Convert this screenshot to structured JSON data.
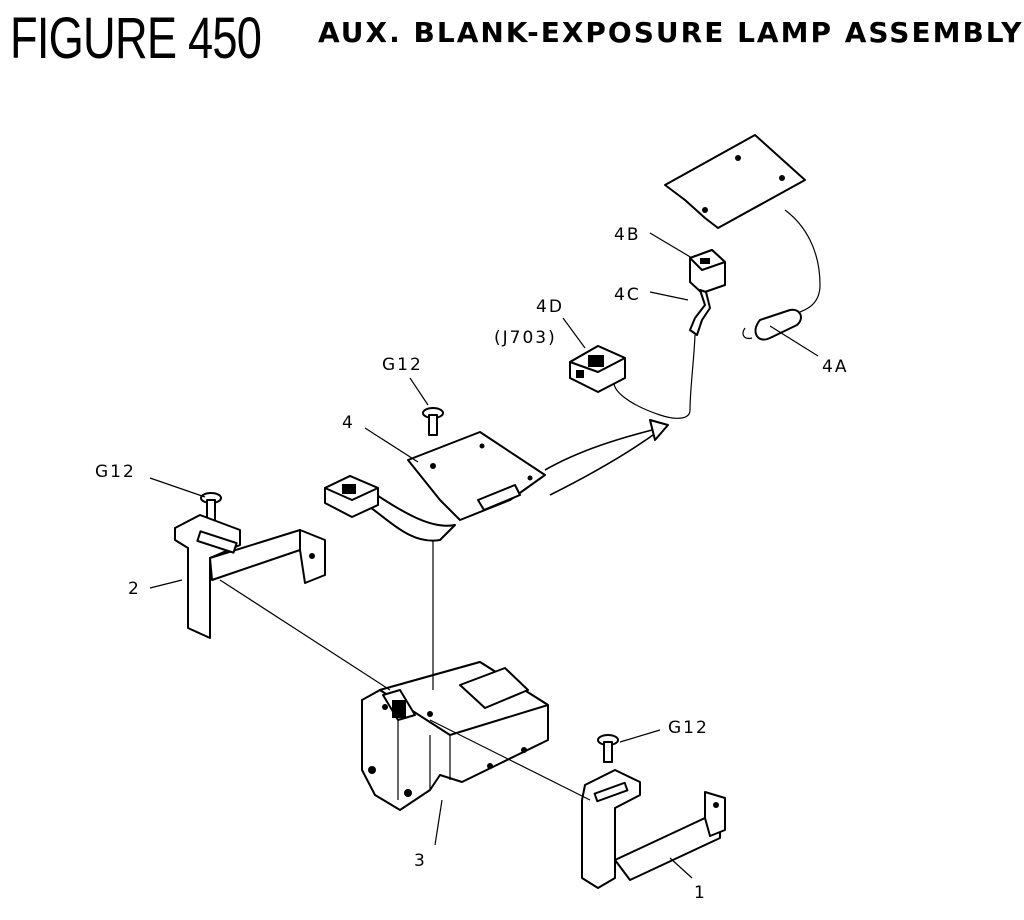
{
  "header": {
    "figure_number": "FIGURE 450",
    "title": "AUX. BLANK-EXPOSURE LAMP ASSEMBLY"
  },
  "callouts": {
    "part_4b": "4B",
    "part_4c": "4C",
    "part_4d": "4D",
    "part_4d_ref": "(J703)",
    "part_4a": "4A",
    "screw_g12_top": "G12",
    "part_4": "4",
    "screw_g12_left": "G12",
    "part_2": "2",
    "screw_g12_right": "G12",
    "part_3": "3",
    "part_1": "1"
  }
}
